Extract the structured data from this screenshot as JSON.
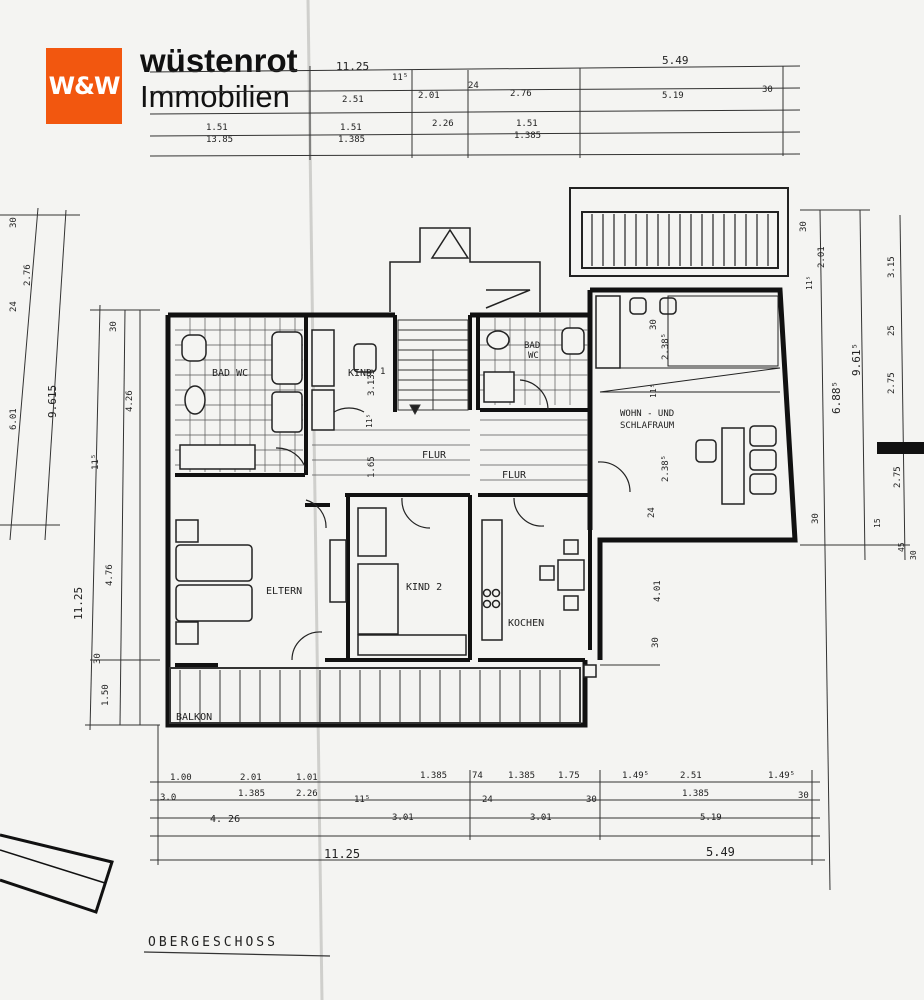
{
  "brand": {
    "logo_text": "W&W",
    "name_line1": "wüstenrot",
    "name_line2": "Immobilien",
    "accent": "#f2570f"
  },
  "plan": {
    "title": "OBERGESCHOSS",
    "rooms": {
      "bad_wc_left": "BAD  WC",
      "kind": "KIND",
      "bad_wc_right": "BAD",
      "wc_right": "WC",
      "flur_left": "FLUR",
      "flur_right": "FLUR",
      "wohn": "WOHN - UND",
      "schlaf": "SCHLAFRAUM",
      "eltern": "ELTERN",
      "kind2": "KIND 2",
      "kochen": "KOCHEN",
      "balkon": "BALKON"
    },
    "dims_top": {
      "t1125": "11.25",
      "t549": "5.49",
      "t115": "11⁵",
      "t251": "2.51",
      "t201": "2.01",
      "t24": "24",
      "t276": "2.76",
      "t519": "5.19",
      "t30": "30",
      "t151a": "1.51",
      "t1385a": "13.85",
      "t151b": "1.51",
      "t1385b": "1.385",
      "t226": "2.26",
      "t151c": "1.51",
      "t1385c": "1.385"
    },
    "dims_left": {
      "l30": "30",
      "l276": "2.76",
      "l24": "24",
      "l601": "6.01",
      "l9615": "9.615",
      "l30b": "30",
      "l426": "4.26",
      "l115": "11⁵",
      "l476": "4.76",
      "l1125": "11.25",
      "l30c": "30",
      "l150": "1.50"
    },
    "dims_inner": {
      "i3135": "3.135",
      "i115": "11⁵",
      "i1": "1",
      "i165": "1.65",
      "i30": "30",
      "i238": "2.38⁵",
      "i116": "11⁵",
      "i238b": "2.38⁵",
      "i24": "24",
      "i401": "4.01",
      "i30b": "30"
    },
    "dims_right": {
      "r30": "30",
      "r201": "2.01",
      "r115": "11⁵",
      "r6885": "6.88⁵",
      "r9615": "9.61⁵",
      "r315": "3.15",
      "r25": "25",
      "r275": "2.75",
      "r275b": "2.75",
      "r30b": "30",
      "r15": "15",
      "r45": "45",
      "r30c": "30"
    },
    "dims_bottom": {
      "b100": "1.00",
      "b201": "2.01",
      "b101": "1.01",
      "b1385": "1.385",
      "b74": "74",
      "b1385b": "1.385",
      "b175": "1.75",
      "b1495": "1.49⁵",
      "b251": "2.51",
      "b1495b": "1.49⁵",
      "b30": "3.0",
      "b1385c": "1.385",
      "b226": "2.26",
      "b115": "11⁵",
      "b24": "24",
      "b30b": "30",
      "b1385d": "1.385",
      "b30c": "30",
      "b426": "4. 26",
      "b301": "3.01",
      "b301b": "3.01",
      "b519": "5.19",
      "b1125": "11.25",
      "b549": "5.49"
    }
  }
}
